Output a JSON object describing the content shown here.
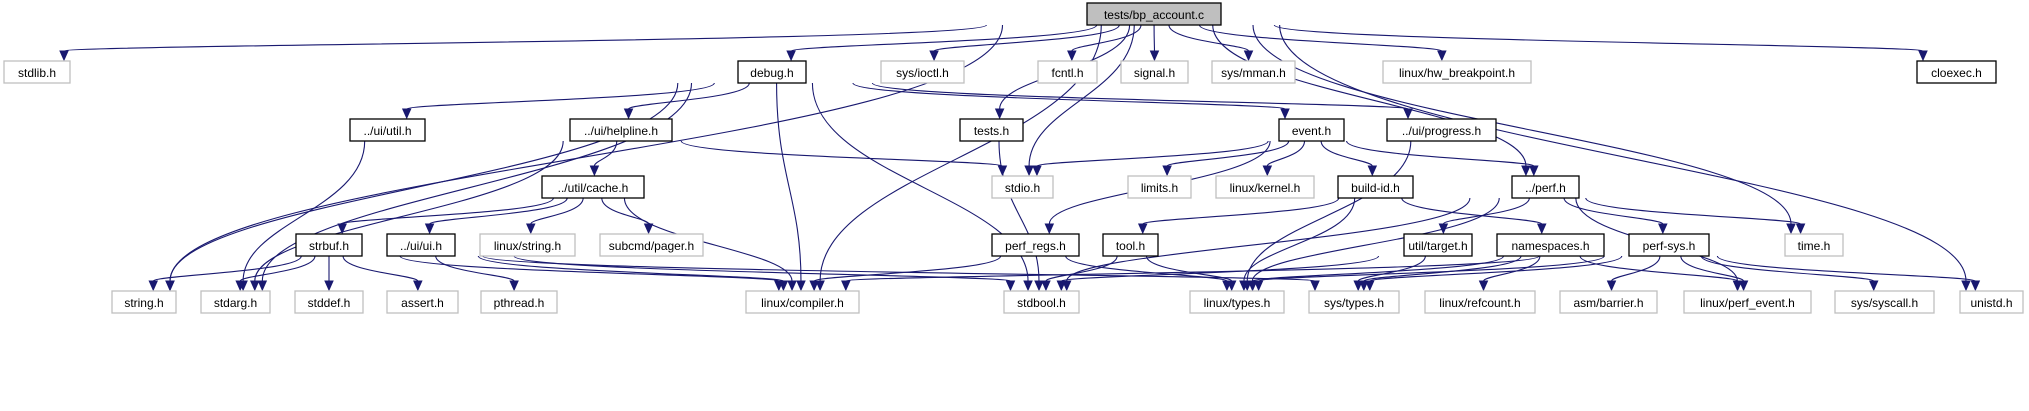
{
  "diagram": {
    "title": "tests/bp_account.c",
    "type": "include dependency graph",
    "colors": {
      "edge": "#191970",
      "root_fill": "#bfbfbf",
      "local_border": "#000000",
      "system_border": "#bfbfbf"
    },
    "nodes": [
      {
        "id": "root",
        "label": "tests/bp_account.c",
        "kind": "root"
      },
      {
        "id": "stdlib",
        "label": "stdlib.h",
        "kind": "system"
      },
      {
        "id": "debug",
        "label": "debug.h",
        "kind": "local"
      },
      {
        "id": "sysioctl",
        "label": "sys/ioctl.h",
        "kind": "system"
      },
      {
        "id": "fcntl",
        "label": "fcntl.h",
        "kind": "system"
      },
      {
        "id": "signal",
        "label": "signal.h",
        "kind": "system"
      },
      {
        "id": "sysmman",
        "label": "sys/mman.h",
        "kind": "system"
      },
      {
        "id": "hwbp",
        "label": "linux/hw_breakpoint.h",
        "kind": "system"
      },
      {
        "id": "cloexec",
        "label": "cloexec.h",
        "kind": "local"
      },
      {
        "id": "uiutil",
        "label": "../ui/util.h",
        "kind": "local"
      },
      {
        "id": "helpline",
        "label": "../ui/helpline.h",
        "kind": "local"
      },
      {
        "id": "tests",
        "label": "tests.h",
        "kind": "local"
      },
      {
        "id": "event",
        "label": "event.h",
        "kind": "local"
      },
      {
        "id": "progress",
        "label": "../ui/progress.h",
        "kind": "local"
      },
      {
        "id": "cache",
        "label": "../util/cache.h",
        "kind": "local"
      },
      {
        "id": "stdio",
        "label": "stdio.h",
        "kind": "system"
      },
      {
        "id": "limits",
        "label": "limits.h",
        "kind": "system"
      },
      {
        "id": "kernel",
        "label": "linux/kernel.h",
        "kind": "system"
      },
      {
        "id": "buildid",
        "label": "build-id.h",
        "kind": "local"
      },
      {
        "id": "perf",
        "label": "../perf.h",
        "kind": "local"
      },
      {
        "id": "strbuf",
        "label": "strbuf.h",
        "kind": "local"
      },
      {
        "id": "uiui",
        "label": "../ui/ui.h",
        "kind": "local"
      },
      {
        "id": "linuxstring",
        "label": "linux/string.h",
        "kind": "system"
      },
      {
        "id": "pager",
        "label": "subcmd/pager.h",
        "kind": "system"
      },
      {
        "id": "perfregs",
        "label": "perf_regs.h",
        "kind": "local"
      },
      {
        "id": "tool",
        "label": "tool.h",
        "kind": "local"
      },
      {
        "id": "target",
        "label": "util/target.h",
        "kind": "local"
      },
      {
        "id": "namespaces",
        "label": "namespaces.h",
        "kind": "local"
      },
      {
        "id": "perfsys",
        "label": "perf-sys.h",
        "kind": "local"
      },
      {
        "id": "time",
        "label": "time.h",
        "kind": "system"
      },
      {
        "id": "string",
        "label": "string.h",
        "kind": "system"
      },
      {
        "id": "stdarg",
        "label": "stdarg.h",
        "kind": "system"
      },
      {
        "id": "stddef",
        "label": "stddef.h",
        "kind": "system"
      },
      {
        "id": "assert",
        "label": "assert.h",
        "kind": "system"
      },
      {
        "id": "pthread",
        "label": "pthread.h",
        "kind": "system"
      },
      {
        "id": "compiler",
        "label": "linux/compiler.h",
        "kind": "system"
      },
      {
        "id": "stdbool",
        "label": "stdbool.h",
        "kind": "system"
      },
      {
        "id": "linuxtypes",
        "label": "linux/types.h",
        "kind": "system"
      },
      {
        "id": "systypes",
        "label": "sys/types.h",
        "kind": "system"
      },
      {
        "id": "refcount",
        "label": "linux/refcount.h",
        "kind": "system"
      },
      {
        "id": "barrier",
        "label": "asm/barrier.h",
        "kind": "system"
      },
      {
        "id": "perfevent",
        "label": "linux/perf_event.h",
        "kind": "system"
      },
      {
        "id": "syscall",
        "label": "sys/syscall.h",
        "kind": "system"
      },
      {
        "id": "unistd",
        "label": "unistd.h",
        "kind": "system"
      }
    ],
    "edges": [
      [
        "root",
        "stdlib"
      ],
      [
        "root",
        "string"
      ],
      [
        "root",
        "debug"
      ],
      [
        "root",
        "compiler"
      ],
      [
        "root",
        "sysioctl"
      ],
      [
        "root",
        "fcntl"
      ],
      [
        "root",
        "signal"
      ],
      [
        "root",
        "sysmman"
      ],
      [
        "root",
        "hwbp"
      ],
      [
        "root",
        "cloexec"
      ],
      [
        "root",
        "tests"
      ],
      [
        "root",
        "stdio"
      ],
      [
        "root",
        "perf"
      ],
      [
        "root",
        "time"
      ],
      [
        "root",
        "unistd"
      ],
      [
        "debug",
        "uiutil"
      ],
      [
        "debug",
        "helpline"
      ],
      [
        "debug",
        "event"
      ],
      [
        "debug",
        "progress"
      ],
      [
        "debug",
        "string"
      ],
      [
        "debug",
        "compiler"
      ],
      [
        "debug",
        "stdbool"
      ],
      [
        "debug",
        "stdarg"
      ],
      [
        "uiutil",
        "stdarg"
      ],
      [
        "helpline",
        "cache"
      ],
      [
        "helpline",
        "stdio"
      ],
      [
        "helpline",
        "stdarg"
      ],
      [
        "tests",
        "stdbool"
      ],
      [
        "event",
        "stdio"
      ],
      [
        "event",
        "limits"
      ],
      [
        "event",
        "kernel"
      ],
      [
        "event",
        "buildid"
      ],
      [
        "event",
        "perf"
      ],
      [
        "event",
        "perfregs"
      ],
      [
        "progress",
        "linuxtypes"
      ],
      [
        "cache",
        "strbuf"
      ],
      [
        "cache",
        "uiui"
      ],
      [
        "cache",
        "linuxstring"
      ],
      [
        "cache",
        "pager"
      ],
      [
        "cache",
        "compiler"
      ],
      [
        "buildid",
        "tool"
      ],
      [
        "buildid",
        "namespaces"
      ],
      [
        "buildid",
        "linuxtypes"
      ],
      [
        "perf",
        "target"
      ],
      [
        "perf",
        "perfsys"
      ],
      [
        "perf",
        "time"
      ],
      [
        "perf",
        "perfevent"
      ],
      [
        "perf",
        "linuxtypes"
      ],
      [
        "perf",
        "stdbool"
      ],
      [
        "strbuf",
        "string"
      ],
      [
        "strbuf",
        "stdarg"
      ],
      [
        "strbuf",
        "stddef"
      ],
      [
        "strbuf",
        "assert"
      ],
      [
        "strbuf",
        "compiler"
      ],
      [
        "strbuf",
        "systypes"
      ],
      [
        "uiui",
        "pthread"
      ],
      [
        "uiui",
        "stdbool"
      ],
      [
        "uiui",
        "compiler"
      ],
      [
        "perfregs",
        "compiler"
      ],
      [
        "perfregs",
        "linuxtypes"
      ],
      [
        "tool",
        "stdbool"
      ],
      [
        "tool",
        "linuxtypes"
      ],
      [
        "target",
        "stdbool"
      ],
      [
        "target",
        "systypes"
      ],
      [
        "namespaces",
        "linuxtypes"
      ],
      [
        "namespaces",
        "systypes"
      ],
      [
        "namespaces",
        "refcount"
      ],
      [
        "namespaces",
        "perfevent"
      ],
      [
        "perfsys",
        "linuxtypes"
      ],
      [
        "perfsys",
        "systypes"
      ],
      [
        "perfsys",
        "compiler"
      ],
      [
        "perfsys",
        "barrier"
      ],
      [
        "perfsys",
        "perfevent"
      ],
      [
        "perfsys",
        "syscall"
      ],
      [
        "perfsys",
        "unistd"
      ]
    ]
  }
}
